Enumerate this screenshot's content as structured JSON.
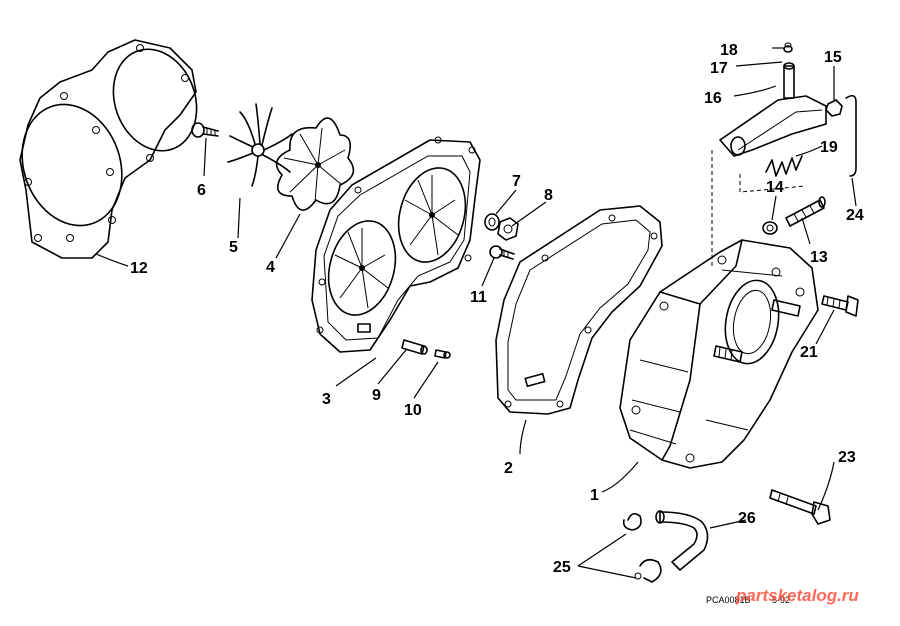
{
  "callouts": [
    "1",
    "2",
    "3",
    "4",
    "5",
    "6",
    "7",
    "8",
    "9",
    "10",
    "11",
    "12",
    "13",
    "14",
    "15",
    "16",
    "17",
    "18",
    "19",
    "21",
    "23",
    "24",
    "25",
    "26"
  ],
  "footer": {
    "code": "PCA0081B",
    "date": "5-92"
  },
  "watermark": {
    "text": "partsketalog.ru",
    "color": "#ff4d3a"
  }
}
